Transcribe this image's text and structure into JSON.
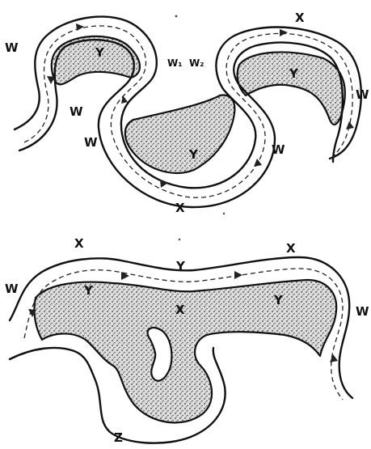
{
  "diagram": {
    "top": {
      "labels": {
        "w_left_top": "W",
        "w_left_mid": "W",
        "w_left_low": "W",
        "w1": "W₁",
        "w2": "W₂",
        "w_right": "W",
        "w_far_right": "W",
        "x_top": "X",
        "x_bottom": "X",
        "y_left": "Y",
        "y_mid": "Y",
        "y_right": "Y"
      }
    },
    "bottom": {
      "labels": {
        "w_left": "W",
        "w_right": "W",
        "x_left": "X",
        "x_mid": "X",
        "x_right": "X",
        "y_top": "Y",
        "y_left": "Y",
        "y_right": "Y",
        "z": "Z"
      }
    }
  }
}
